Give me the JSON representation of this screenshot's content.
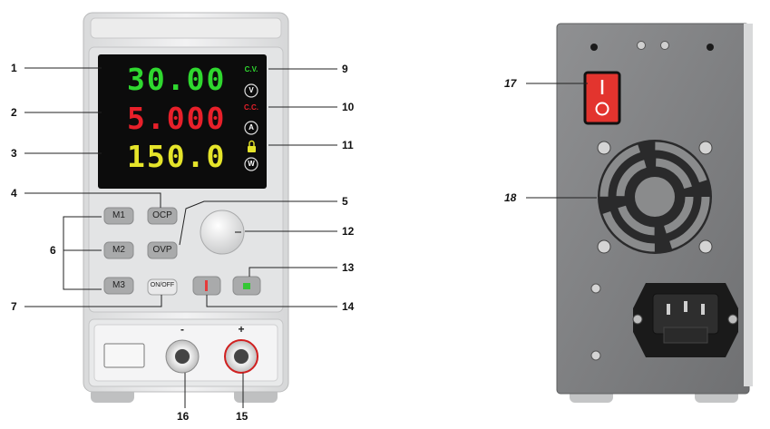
{
  "front_panel": {
    "display": {
      "voltage": "30.00",
      "current": "5.000",
      "power": "150.0",
      "mode_cv": "C.V.",
      "mode_cc": "C.C.",
      "unit_v": "V",
      "unit_a": "A",
      "unit_w": "W",
      "colors": {
        "voltage": "#2fd82f",
        "current": "#e8202a",
        "power": "#e5e42a"
      }
    },
    "buttons": {
      "m1": "M1",
      "m2": "M2",
      "m3": "M3",
      "ocp": "OCP",
      "ovp": "OVP",
      "on_off": "ON/OFF"
    },
    "terminals": {
      "negative": "-",
      "positive": "+"
    }
  },
  "callouts": {
    "c1": "1",
    "c2": "2",
    "c3": "3",
    "c4": "4",
    "c5": "5",
    "c6": "6",
    "c7": "7",
    "c9": "9",
    "c10": "10",
    "c11": "11",
    "c12": "12",
    "c13": "13",
    "c14": "14",
    "c15": "15",
    "c16": "16",
    "c17": "17",
    "c18": "18"
  }
}
